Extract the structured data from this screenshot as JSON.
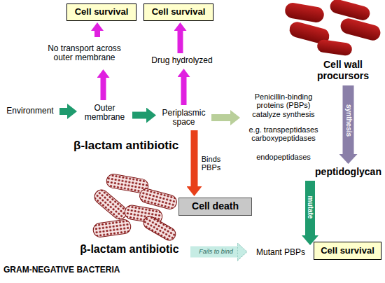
{
  "diagram": {
    "nodes": [
      {
        "text": [
          "Cell survival"
        ]
      },
      {
        "text": [
          "Cell survival"
        ]
      },
      {
        "text": [
          "No transport across outer membrane"
        ]
      },
      {
        "text": [
          "Drug hydrolyzed"
        ]
      },
      {
        "text": [
          "Cell wall procursors"
        ]
      },
      {
        "text": [
          "Environment"
        ]
      },
      {
        "text": [
          "Outer membrane"
        ]
      },
      {
        "text": [
          "Periplasmic space"
        ]
      },
      {
        "text": [
          "Penicillin-binding proteins (PBPs) catalyze synthesis",
          "e.g. transpeptidases carboxypeptidases",
          "endopeptidases"
        ]
      },
      {
        "text": [
          "peptidoglycan"
        ]
      },
      {
        "text": [
          "Cell death"
        ]
      },
      {
        "text": [
          "β-lactam antibiotic"
        ]
      },
      {
        "text": [
          "Mutant PBPs"
        ]
      },
      {
        "text": [
          "Cell survival"
        ]
      }
    ],
    "edges": [
      {
        "from": 5,
        "to": 6,
        "arrow": "to"
      },
      {
        "from": 6,
        "to": 7,
        "arrow": "to"
      },
      {
        "from": 7,
        "to": 8,
        "arrow": "to"
      },
      {
        "from": 6,
        "to": 2,
        "arrow": "to"
      },
      {
        "from": 2,
        "to": 0,
        "arrow": "to"
      },
      {
        "from": 7,
        "to": 3,
        "arrow": "to"
      },
      {
        "from": 3,
        "to": 1,
        "arrow": "to"
      },
      {
        "from": 4,
        "to": 9,
        "arrow": "to",
        "label": "synthesis"
      },
      {
        "from": 7,
        "to": 10,
        "arrow": "to",
        "label": "Binds PBPs"
      },
      {
        "from": 9,
        "to": 12,
        "arrow": "to",
        "label": "mutate"
      },
      {
        "from": 11,
        "to": 12,
        "arrow": "to",
        "label": "Fails to bind"
      }
    ],
    "labels": [
      "β-lactam antibiotic",
      "GRAM-NEGATIVE BACTERIA"
    ]
  }
}
